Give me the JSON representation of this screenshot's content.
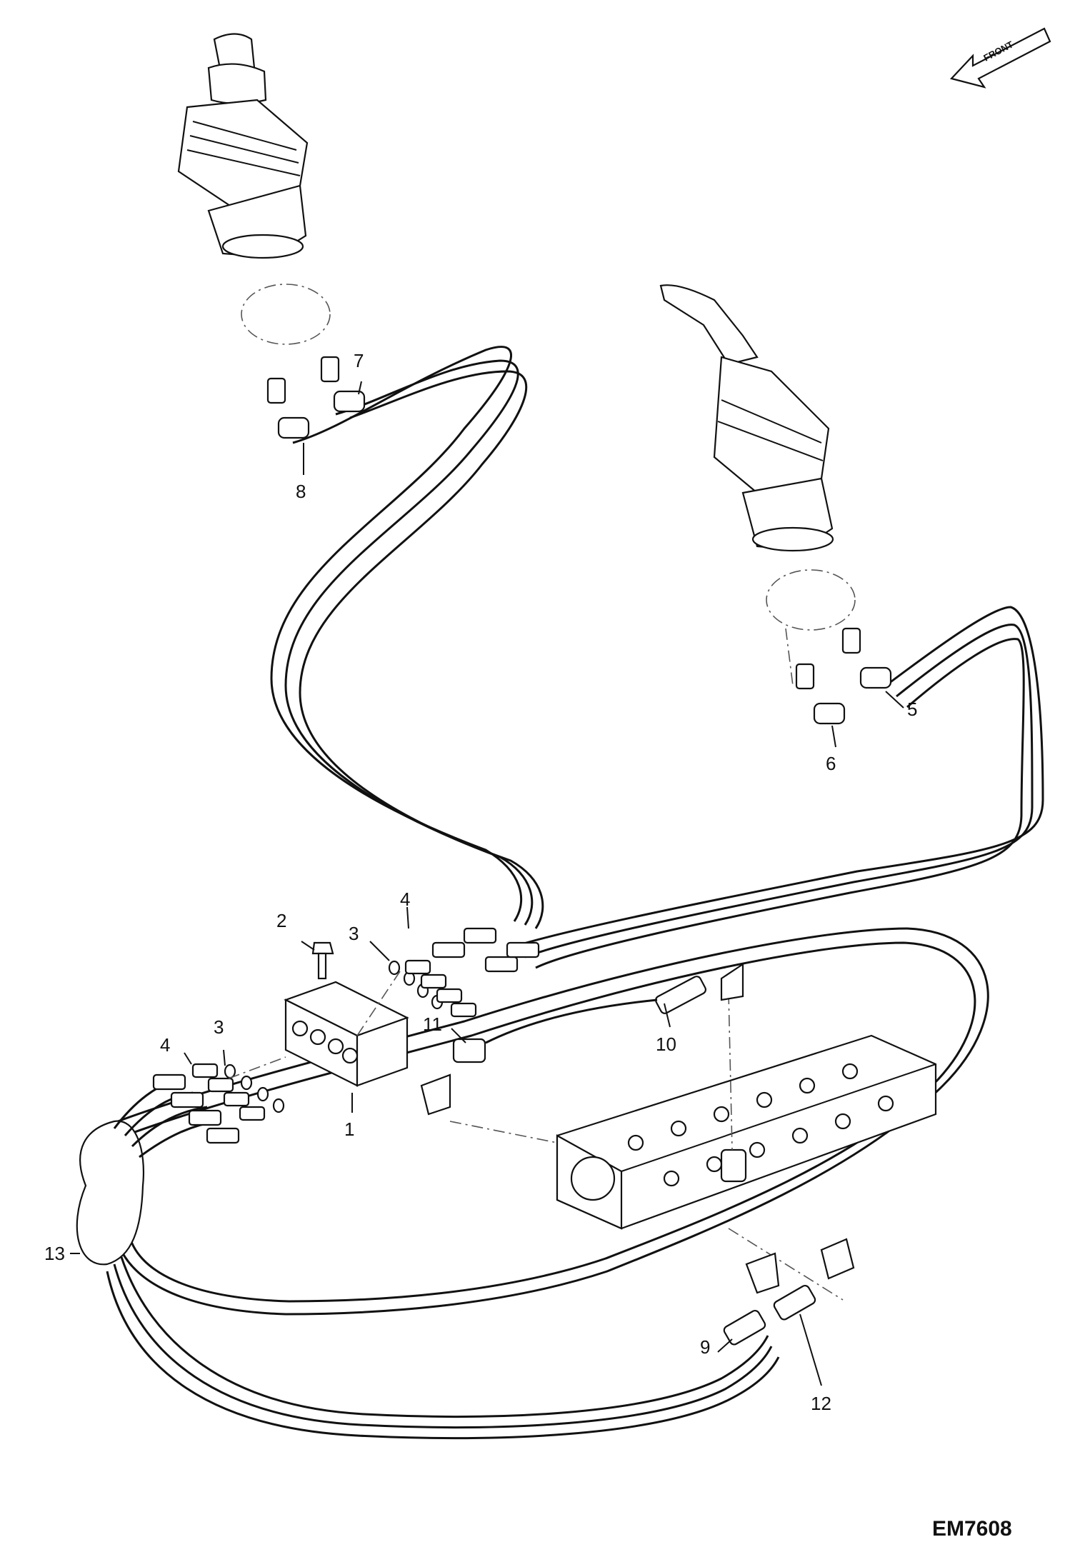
{
  "orientation": {
    "label": "FRONT",
    "icon": "front-direction-arrow-icon"
  },
  "drawing_code": "EM7608",
  "callouts": [
    "1",
    "2",
    "3",
    "3",
    "4",
    "4",
    "5",
    "6",
    "7",
    "8",
    "9",
    "10",
    "11",
    "12",
    "13"
  ]
}
